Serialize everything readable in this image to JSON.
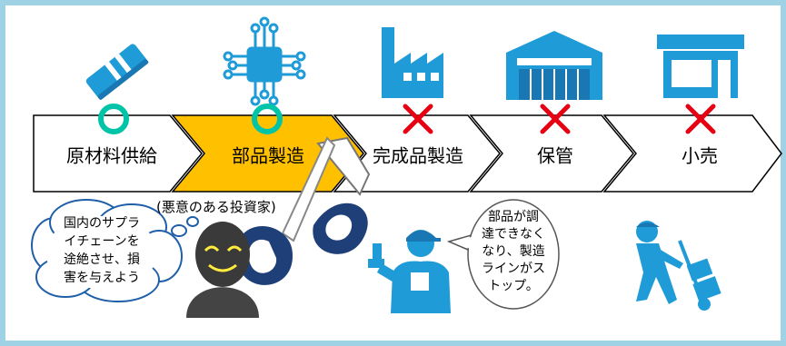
{
  "stages": [
    {
      "label": "原材料供給",
      "status": "ok"
    },
    {
      "label": "部品製造",
      "status": "ok"
    },
    {
      "label": "完成品製造",
      "status": "ng"
    },
    {
      "label": "保管",
      "status": "ng"
    },
    {
      "label": "小売",
      "status": "ng"
    }
  ],
  "investor_caption": "(悪意のある投資家)",
  "investor_thought": [
    "国内のサプラ",
    "イチェーンを",
    "途絶させ、損",
    "害を与えよう"
  ],
  "worker_speech": [
    "部品が調",
    "達できなく",
    "なり、製造",
    "ラインがス",
    "トップ。"
  ],
  "colors": {
    "highlight": "#ffc000",
    "ok_mark": "#00c4a7",
    "ng_mark": "#e60012",
    "icon_blue": "#1f9bd7",
    "dark_blue": "#1f3f78",
    "frame": "#9fd2e4"
  },
  "icons": [
    "raw-material-icon",
    "circuit-chip-icon",
    "factory-icon",
    "warehouse-icon",
    "store-icon",
    "scissors-icon",
    "investor-icon",
    "worker-icon",
    "delivery-worker-icon"
  ]
}
